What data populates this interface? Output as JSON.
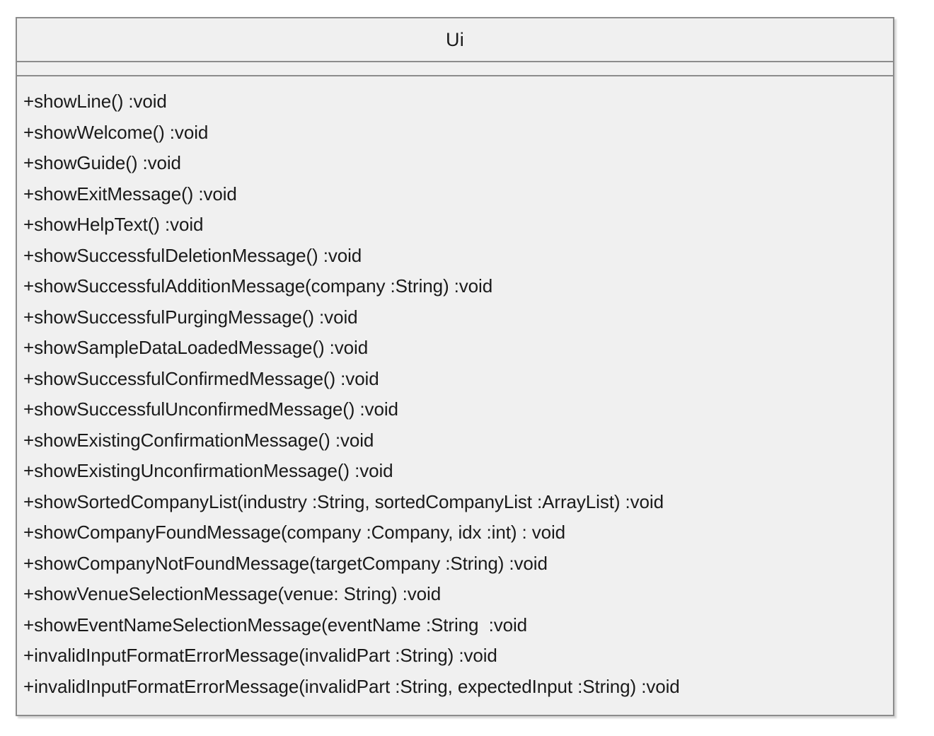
{
  "diagram": {
    "kind": "uml-class-diagram",
    "colors": {
      "background": "#ffffff",
      "box_fill": "#f0f0f0",
      "border": "#8c8c8c",
      "text": "#1a1a1a"
    }
  },
  "uml_class": {
    "name": "Ui",
    "attributes": [],
    "operations": [
      "+showLine() :void",
      "+showWelcome() :void",
      "+showGuide() :void",
      "+showExitMessage() :void",
      "+showHelpText() :void",
      "+showSuccessfulDeletionMessage() :void",
      "+showSuccessfulAdditionMessage(company :String) :void",
      "+showSuccessfulPurgingMessage() :void",
      "+showSampleDataLoadedMessage() :void",
      "+showSuccessfulConfirmedMessage() :void",
      "+showSuccessfulUnconfirmedMessage() :void",
      "+showExistingConfirmationMessage() :void",
      "+showExistingUnconfirmationMessage() :void",
      "+showSortedCompanyList(industry :String, sortedCompanyList :ArrayList) :void",
      "+showCompanyFoundMessage(company :Company, idx :int) : void",
      "+showCompanyNotFoundMessage(targetCompany :String) :void",
      "+showVenueSelectionMessage(venue: String) :void",
      "+showEventNameSelectionMessage(eventName :String  :void",
      "+invalidInputFormatErrorMessage(invalidPart :String) :void",
      "+invalidInputFormatErrorMessage(invalidPart :String, expectedInput :String) :void"
    ]
  }
}
